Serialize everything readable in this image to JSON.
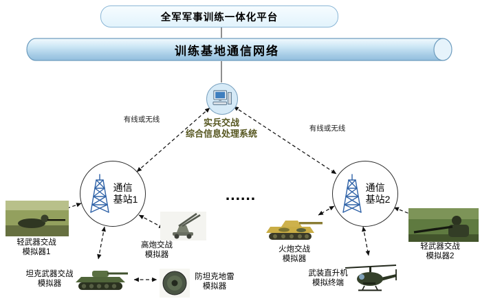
{
  "platform": {
    "label": "全军军事训练一体化平台"
  },
  "network": {
    "label": "训练基地通信网络"
  },
  "processing": {
    "line1": "实兵交战",
    "line2": "综合信息处理系统"
  },
  "links": {
    "left_label": "有线或无线",
    "right_label": "有线或无线",
    "ellipsis": "......"
  },
  "stations": [
    {
      "line1": "通信",
      "line2": "基站1"
    },
    {
      "line1": "通信",
      "line2": "基站2"
    }
  ],
  "simulators": [
    {
      "line1": "轻武器交战",
      "line2": "模拟器1"
    },
    {
      "line1": "高炮交战",
      "line2": "模拟器"
    },
    {
      "line1": "坦克武器交战",
      "line2": "模拟器"
    },
    {
      "line1": "防坦克地雷",
      "line2": "模拟器"
    },
    {
      "line1": "火炮交战",
      "line2": "模拟器"
    },
    {
      "line1": "武装直升机",
      "line2": "模拟终端"
    },
    {
      "line1": "轻武器交战",
      "line2": "模拟器2"
    }
  ],
  "colors": {
    "cylinder_light": "#f2fafe",
    "cylinder_dark": "#92bedd",
    "cylinder_border": "#6d9cbe",
    "platform_fill": "#e9f6fd",
    "platform_border": "#8ab6d6",
    "computer_circle_fill": "#d6eaf7",
    "tower_blue": "#2f62a7",
    "arrow_color": "#111111",
    "processing_text": "#55551e"
  }
}
